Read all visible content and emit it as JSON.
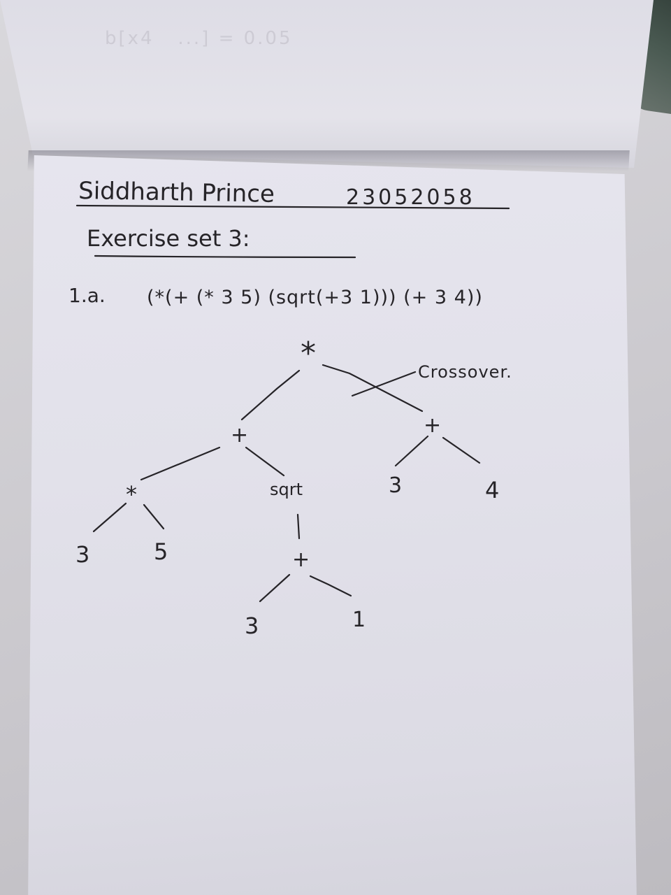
{
  "header": {
    "name": "Siddharth Prince",
    "student_id": "23052058",
    "title": "Exercise set 3:"
  },
  "question": {
    "number": "1.a.",
    "expression": "(*(+ (* 3 5) (sqrt(+3 1))) (+ 3 4))"
  },
  "tree": {
    "annotation": "Crossover.",
    "nodes": {
      "root": "*",
      "left_plus": "+",
      "right_plus": "+",
      "mult": "*",
      "sqrt": "sqrt",
      "inner_plus": "+",
      "leaf_3a": "3",
      "leaf_5": "5",
      "leaf_3b": "3",
      "leaf_1": "1",
      "leaf_3c": "3",
      "leaf_4": "4"
    }
  },
  "colors": {
    "ink": "#262428",
    "paper": "#e4e3ec"
  }
}
